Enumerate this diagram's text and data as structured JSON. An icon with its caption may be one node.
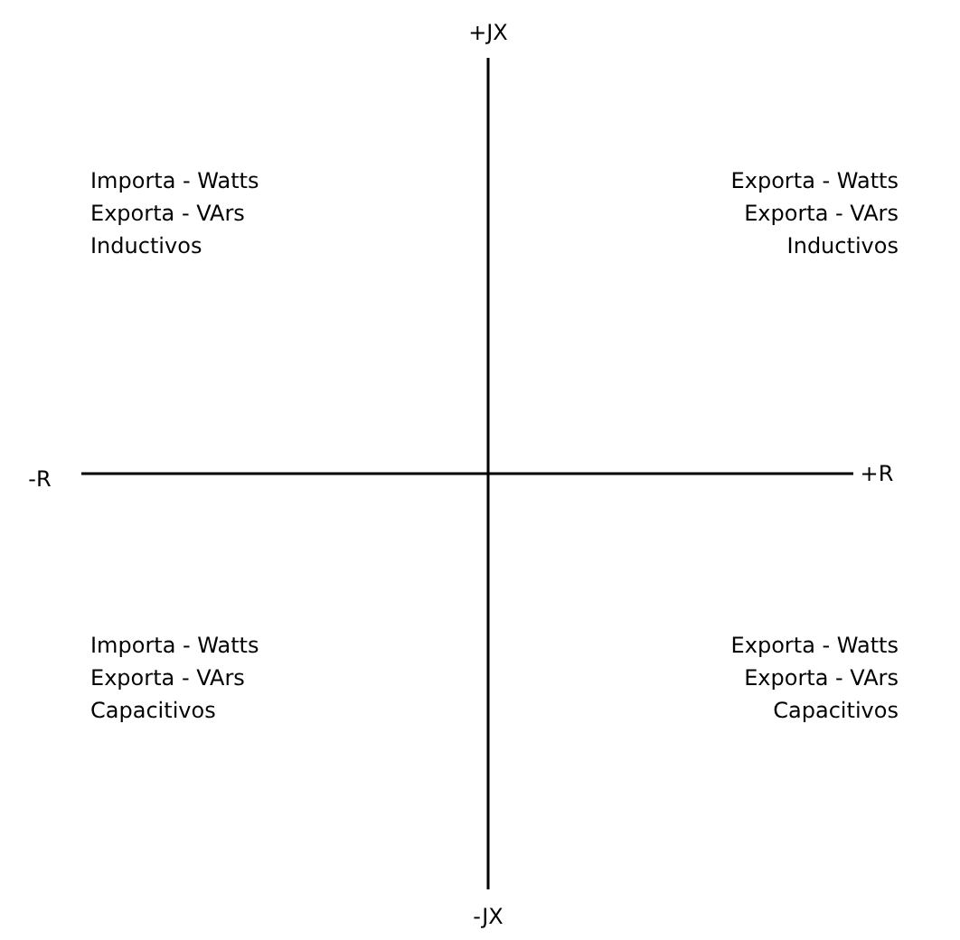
{
  "diagram": {
    "labels": [
      "+JX",
      "Importa - Watts",
      "Exporta - VArs",
      "Inductivos",
      "Exporta - Watts",
      "Exporta - VArs",
      "Inductivos",
      "-R",
      "+R",
      "Importa - Watts",
      "Exporta - VArs",
      "Capacitivos",
      "Exporta - Watts",
      "Exporta - VArs",
      "Capacitivos",
      "-JX"
    ]
  }
}
